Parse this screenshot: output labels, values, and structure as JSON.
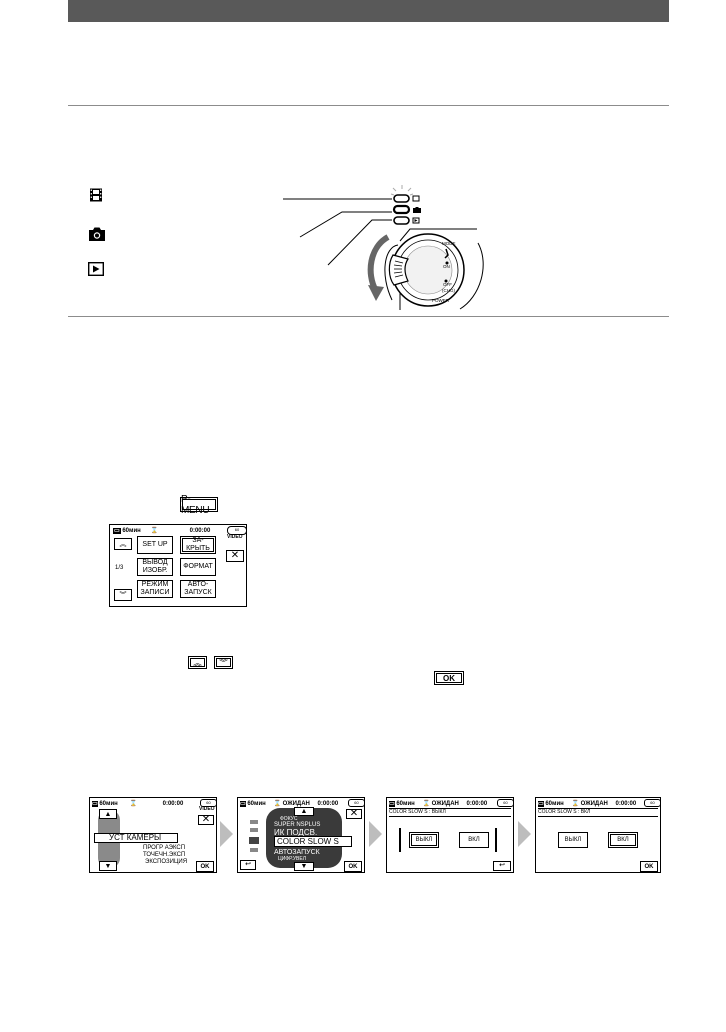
{
  "mode_icons": [
    "film-icon",
    "camera-icon",
    "play-icon"
  ],
  "pmenu_button": "P-MENU",
  "ok_button": "OK",
  "menu_screen": {
    "status": "60мин",
    "timecode": "0:00:00",
    "vid_badge": "VIDEO",
    "page": "1/3",
    "buttons": [
      "SET UP",
      "ЗА-\nКРЫТЬ",
      "ВЫВОД\nИЗОБР.",
      "ФОРМАТ",
      "РЕЖИМ\nЗАПИСИ",
      "АВТО-\nЗАПУСК"
    ]
  },
  "step_screens": {
    "screen1": {
      "status": "60мин",
      "timecode": "0:00:00",
      "vid_badge": "VIDEO",
      "selected": "УСТ КАМЕРЫ",
      "items": [
        "ПРОГР АЭКСП",
        "ТОЧЕЧН.ЭКСП",
        "ЭКСПОЗИЦИЯ"
      ],
      "ok": "OK"
    },
    "screen2": {
      "status": "60мин",
      "standby": "ОЖИДАН",
      "timecode": "0:00:00",
      "items_top": [
        "ФОКУС",
        "SUPER NSPLUS",
        "ИК ПОДСВ."
      ],
      "selected": "COLOR SLOW S",
      "items_bottom": [
        "АВТОЗАПУСК",
        "ЦИФР.УВЕЛ"
      ],
      "ok": "OK"
    },
    "screen3": {
      "status": "60мин",
      "standby": "ОЖИДАН",
      "timecode": "0:00:00",
      "title": "COLOR SLOW S : ВЫКЛ",
      "off": "ВЫКЛ",
      "on": "ВКЛ"
    },
    "screen4": {
      "status": "60мин",
      "standby": "ОЖИДАН",
      "timecode": "0:00:00",
      "title": "COLOR SLOW S : ВКЛ",
      "off": "ВЫКЛ",
      "on": "ВКЛ",
      "ok": "OK"
    }
  },
  "dial_labels": {
    "mode": "MODE",
    "power": "POWER",
    "on": "ON",
    "off": "OFF\n(CHG)"
  }
}
